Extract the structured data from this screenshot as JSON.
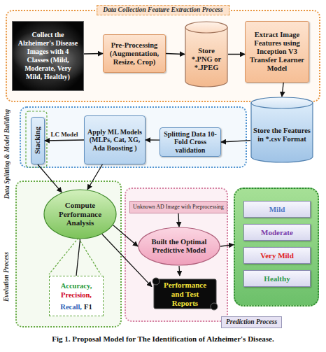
{
  "diagram": {
    "caption": "Fig 1. Proposal Model for The Identification of Alzheimer's Disease.",
    "nodes": [
      {
        "text": [
          "Data Collection Feature Extraction Process"
        ]
      },
      {
        "text": [
          "Collect the Alzheimer's Disease Images with 4 Classes (Mild, Moderate, Very Mild, Healthy)"
        ],
        "in": 0
      },
      {
        "text": [
          "Pre-Processing (Augmentation, Resize, Crop)"
        ],
        "in": 0
      },
      {
        "text": [
          "Store *.PNG or *.JPEG"
        ],
        "in": 0
      },
      {
        "text": [
          "Extract Image Features using Inception V3 Transfer Learner Model"
        ],
        "in": 0
      },
      {
        "text": [
          "Store the Features in *.csv Format"
        ]
      },
      {
        "text": [
          "Data Splitting & Model Building"
        ]
      },
      {
        "text": [
          "Stacking"
        ],
        "in": 6
      },
      {
        "text": [
          "Apply ML Models (MLPs, Cat, XG, Ada Boosting )"
        ],
        "in": 6
      },
      {
        "text": [
          "Splitting Data 10-Fold Cross validation"
        ],
        "in": 6
      },
      {
        "text": [
          "Evolution Process"
        ]
      },
      {
        "text": [
          "Compute Performance Analysis"
        ],
        "in": 10
      },
      {
        "text": [
          "Accuracy,",
          "Precision,",
          "Recall,",
          "F1"
        ],
        "in": 10
      },
      {
        "text": [
          "Prediction Process"
        ]
      },
      {
        "text": [
          "Unknown AD Image with Preprocessing"
        ],
        "in": 13
      },
      {
        "text": [
          "Built the Optimal Predictive Model"
        ],
        "in": 13
      },
      {
        "text": [
          "Performance and Test Reports"
        ],
        "in": 13
      },
      {
        "text": []
      },
      {
        "text": [
          "Mild"
        ],
        "in": 17
      },
      {
        "text": [
          "Moderate"
        ],
        "in": 17
      },
      {
        "text": [
          "Very Mild"
        ],
        "in": 17
      },
      {
        "text": [
          "Healthy"
        ],
        "in": 17
      }
    ],
    "edges": [
      {
        "from": 1,
        "to": 2,
        "arrow": "to"
      },
      {
        "from": 2,
        "to": 3,
        "arrow": "to"
      },
      {
        "from": 3,
        "to": 4,
        "arrow": "to"
      },
      {
        "from": 4,
        "to": 5,
        "arrow": "to"
      },
      {
        "from": 5,
        "to": 9,
        "arrow": "to"
      },
      {
        "from": 9,
        "to": 8,
        "arrow": "to"
      },
      {
        "from": 8,
        "to": 7,
        "label": "LC Model",
        "arrow": "to"
      },
      {
        "from": 7,
        "to": 11,
        "arrow": "to"
      },
      {
        "from": 8,
        "to": 11,
        "arrow": "to"
      },
      {
        "from": 11,
        "to": 12,
        "arrow": "none"
      },
      {
        "from": 11,
        "to": 15,
        "arrow": "to"
      },
      {
        "from": 11,
        "to": 16,
        "arrow": "to"
      },
      {
        "from": 14,
        "to": 15,
        "arrow": "to"
      },
      {
        "from": 15,
        "to": 16,
        "arrow": "to"
      },
      {
        "from": 15,
        "to": 17,
        "arrow": "to"
      }
    ]
  }
}
